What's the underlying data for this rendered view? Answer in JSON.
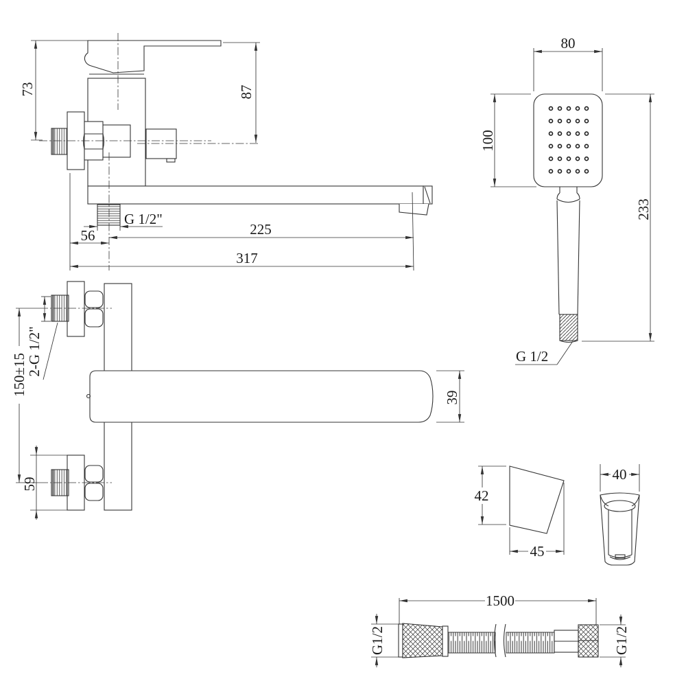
{
  "title": "bath-mixer-technical-drawing",
  "views": {
    "side": {
      "h_handle": "73",
      "h_spout": "87",
      "outlet_thread": "G 1/2\"",
      "wall_offset": "56",
      "spout_reach": "225",
      "total_len": "317"
    },
    "shower": {
      "w": "80",
      "head_h": "100",
      "total_h": "233",
      "thread": "G 1/2"
    },
    "front": {
      "threads": "2-G 1/2\"",
      "spacing": "150±15",
      "fitting_h": "59",
      "spout_w": "39"
    },
    "bracket": {
      "h": "42",
      "d": "45",
      "w": "40"
    },
    "hose": {
      "len": "1500",
      "thread_l": "G1/2",
      "thread_r": "G1/2"
    }
  }
}
